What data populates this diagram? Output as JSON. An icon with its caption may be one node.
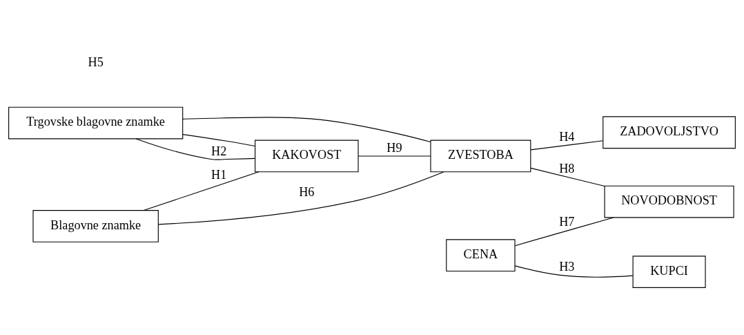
{
  "diagram": {
    "nodes": [
      {
        "text": [
          "Trgovske blagovne znamke"
        ]
      },
      {
        "text": [
          "KAKOVOST"
        ]
      },
      {
        "text": [
          "CENA"
        ]
      },
      {
        "text": [
          "Blagovne znamke"
        ]
      },
      {
        "text": [
          "ZVESTOBA"
        ]
      },
      {
        "text": [
          "KUPCI"
        ]
      },
      {
        "text": [
          "NOVODOBNOST"
        ]
      },
      {
        "text": [
          "ZADOVOLJSTVO"
        ]
      }
    ],
    "edges": [
      {
        "from": 0,
        "to": 1,
        "arrow": "none",
        "label": "H2"
      },
      {
        "from": 0,
        "to": 1,
        "arrow": "none"
      },
      {
        "from": 3,
        "to": 1,
        "arrow": "none",
        "label": "H1"
      },
      {
        "from": 0,
        "to": 4,
        "arrow": "none"
      },
      {
        "from": 3,
        "to": 4,
        "arrow": "none",
        "label": "H6"
      },
      {
        "from": 1,
        "to": 4,
        "arrow": "none",
        "label": "H9"
      },
      {
        "from": 2,
        "to": 5,
        "arrow": "none",
        "label": "H3"
      },
      {
        "from": 2,
        "to": 6,
        "arrow": "none",
        "label": "H7"
      },
      {
        "from": 4,
        "to": 6,
        "arrow": "none",
        "label": "H8"
      },
      {
        "from": 4,
        "to": 7,
        "arrow": "none",
        "label": "H4"
      }
    ],
    "labels": [
      "H5"
    ]
  }
}
